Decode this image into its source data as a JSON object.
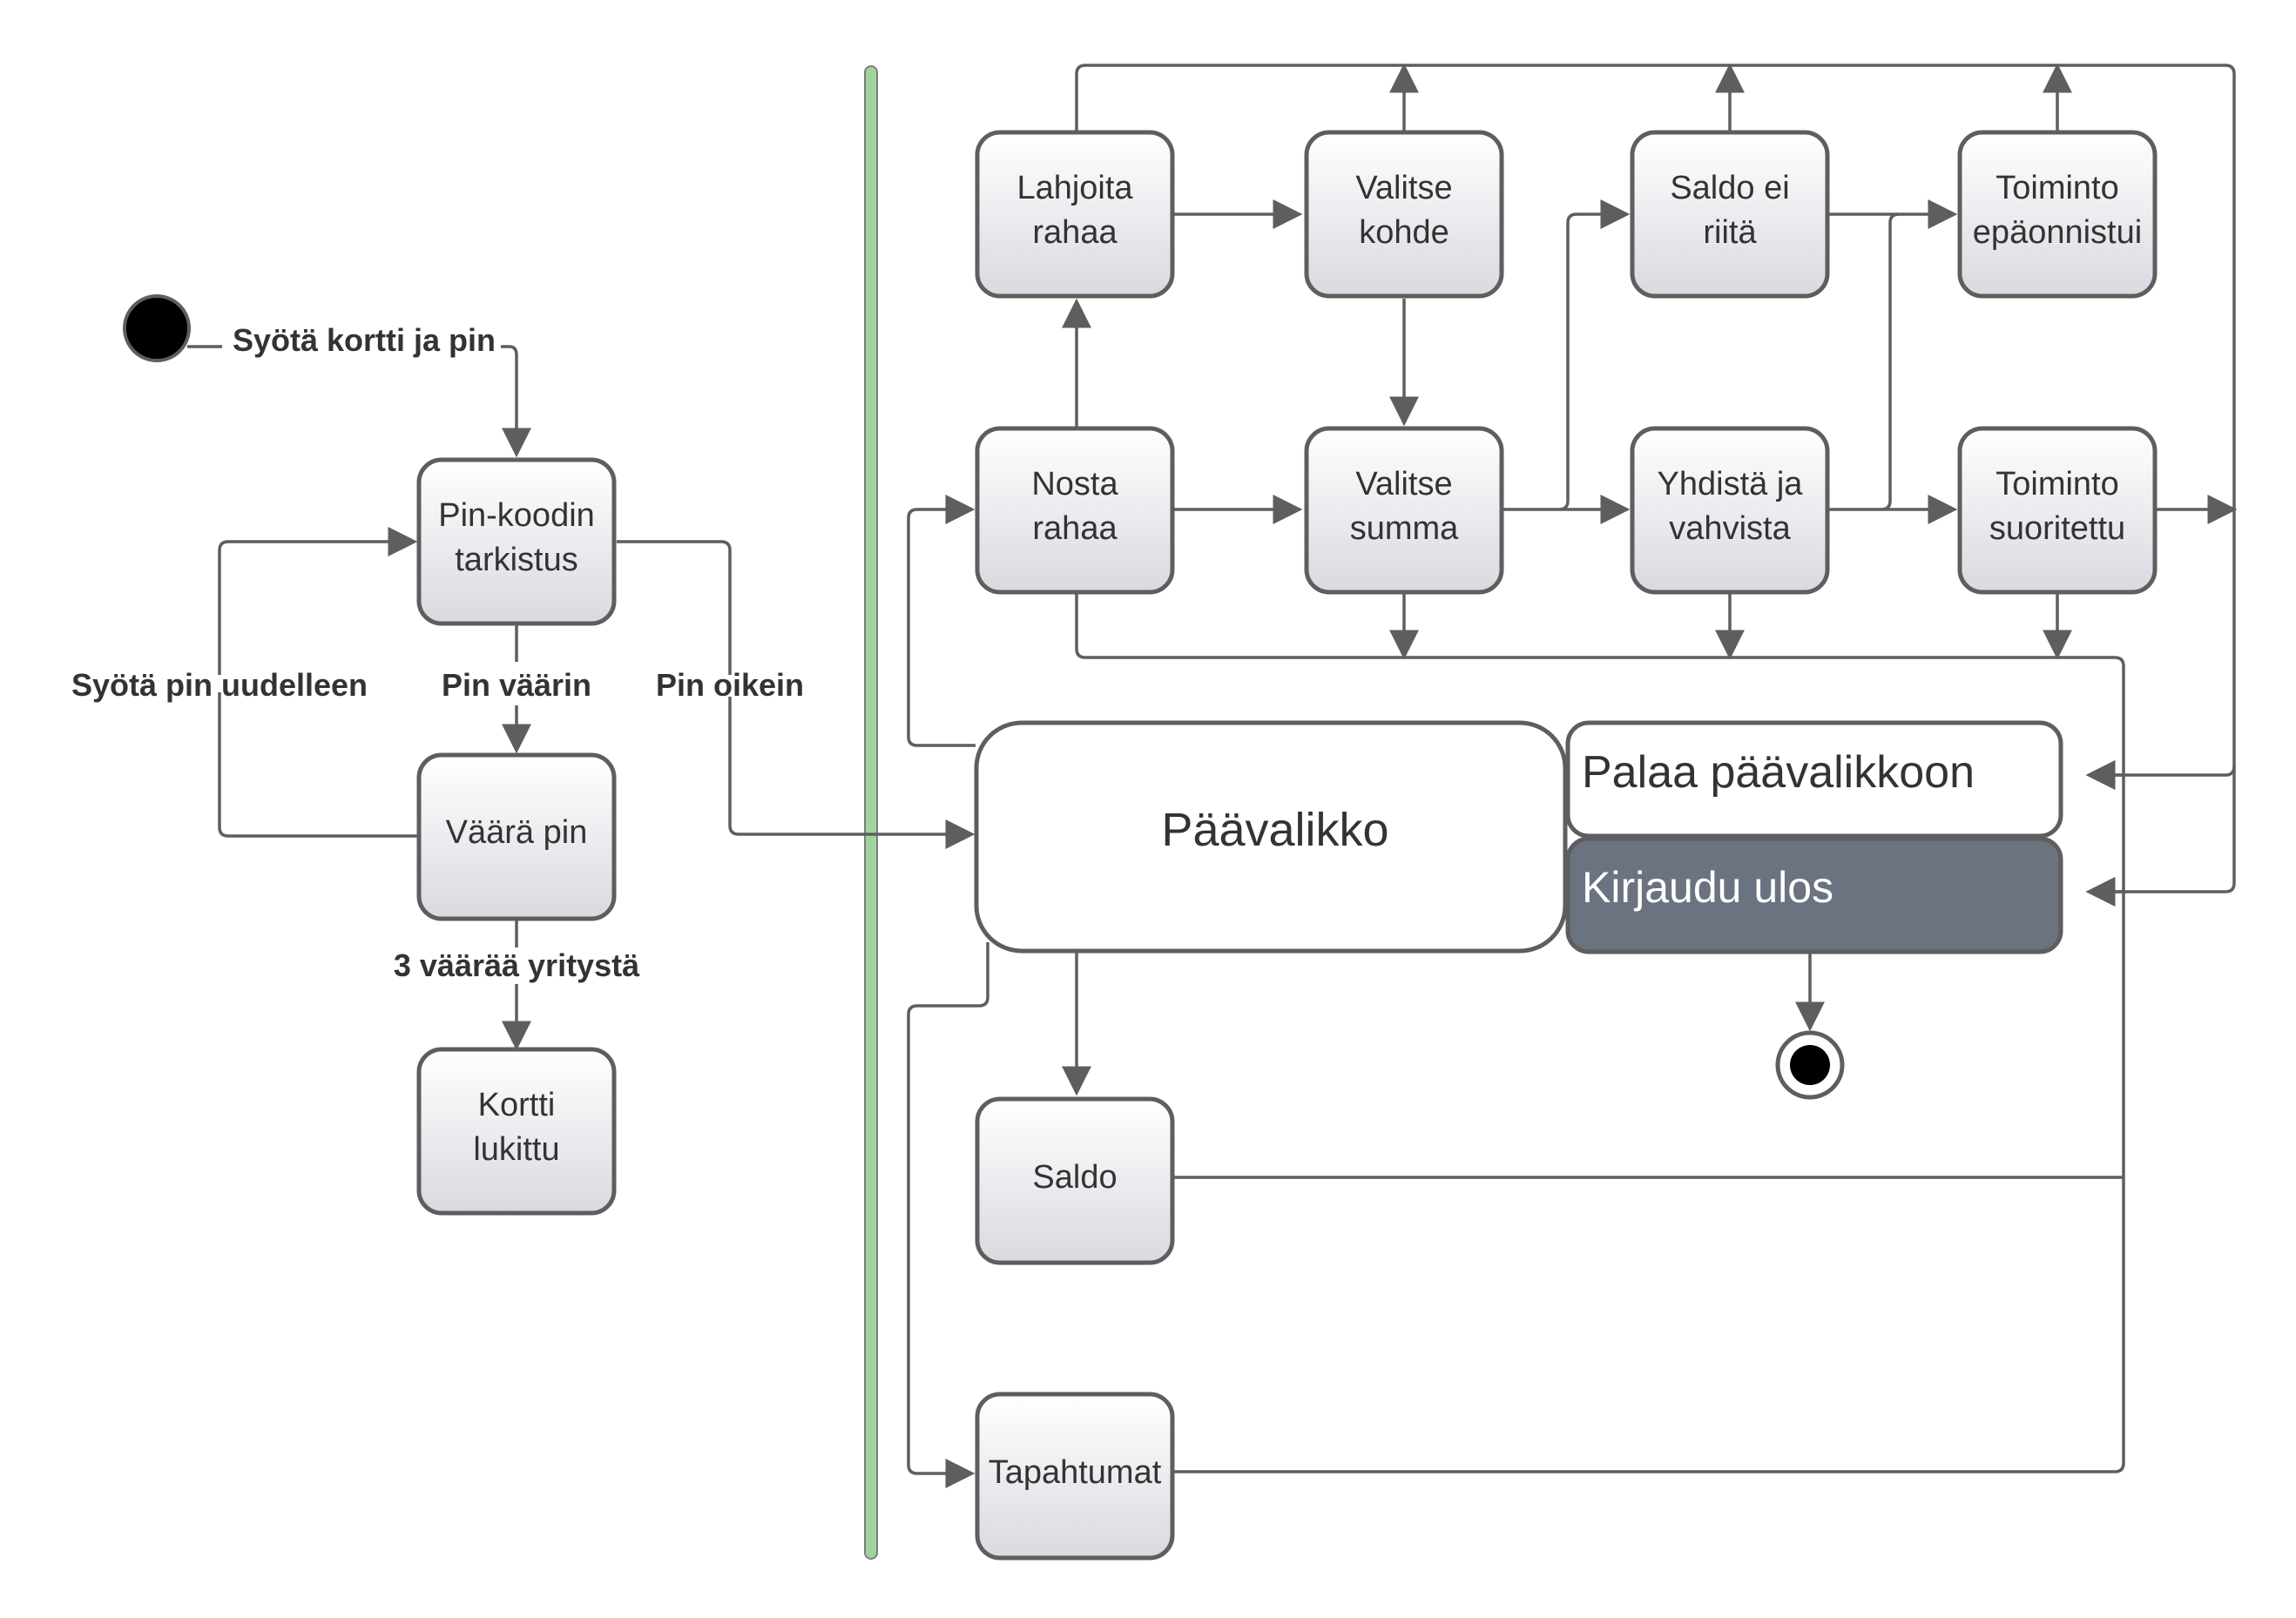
{
  "colors": {
    "line": "#5e5e5e",
    "text": "#333333",
    "swimlane_divider": "#9fd49f",
    "logout_fill": "#6b7280",
    "logout_text": "#ffffff",
    "state_gradient_top": "#ffffff",
    "state_gradient_bottom": "#d8dae0",
    "initial_node": "#000000"
  },
  "states": {
    "pin_check": [
      "Pin-koodin",
      "tarkistus"
    ],
    "wrong_pin": [
      "Väärä pin"
    ],
    "card_locked": [
      "Kortti",
      "lukittu"
    ],
    "main_menu": "Päävalikko",
    "return_main": "Palaa päävalikkoon",
    "logout": "Kirjaudu ulos",
    "donate": [
      "Lahjoita",
      "rahaa"
    ],
    "choose_target": [
      "Valitse",
      "kohde"
    ],
    "balance_insufficient": [
      "Saldo ei",
      "riitä"
    ],
    "operation_failed": [
      "Toiminto",
      "epäonnistui"
    ],
    "withdraw": [
      "Nosta",
      "rahaa"
    ],
    "choose_amount": [
      "Valitse",
      "summa"
    ],
    "connect_confirm": [
      "Yhdistä ja",
      "vahvista"
    ],
    "operation_done": [
      "Toiminto",
      "suoritettu"
    ],
    "balance": [
      "Saldo"
    ],
    "transactions": [
      "Tapahtumat"
    ]
  },
  "edge_labels": {
    "insert_card": "Syötä kortti ja pin",
    "reenter_pin": "Syötä pin uudelleen",
    "pin_wrong": "Pin väärin",
    "pin_correct": "Pin oikein",
    "three_wrong": "3 väärää yritystä"
  }
}
